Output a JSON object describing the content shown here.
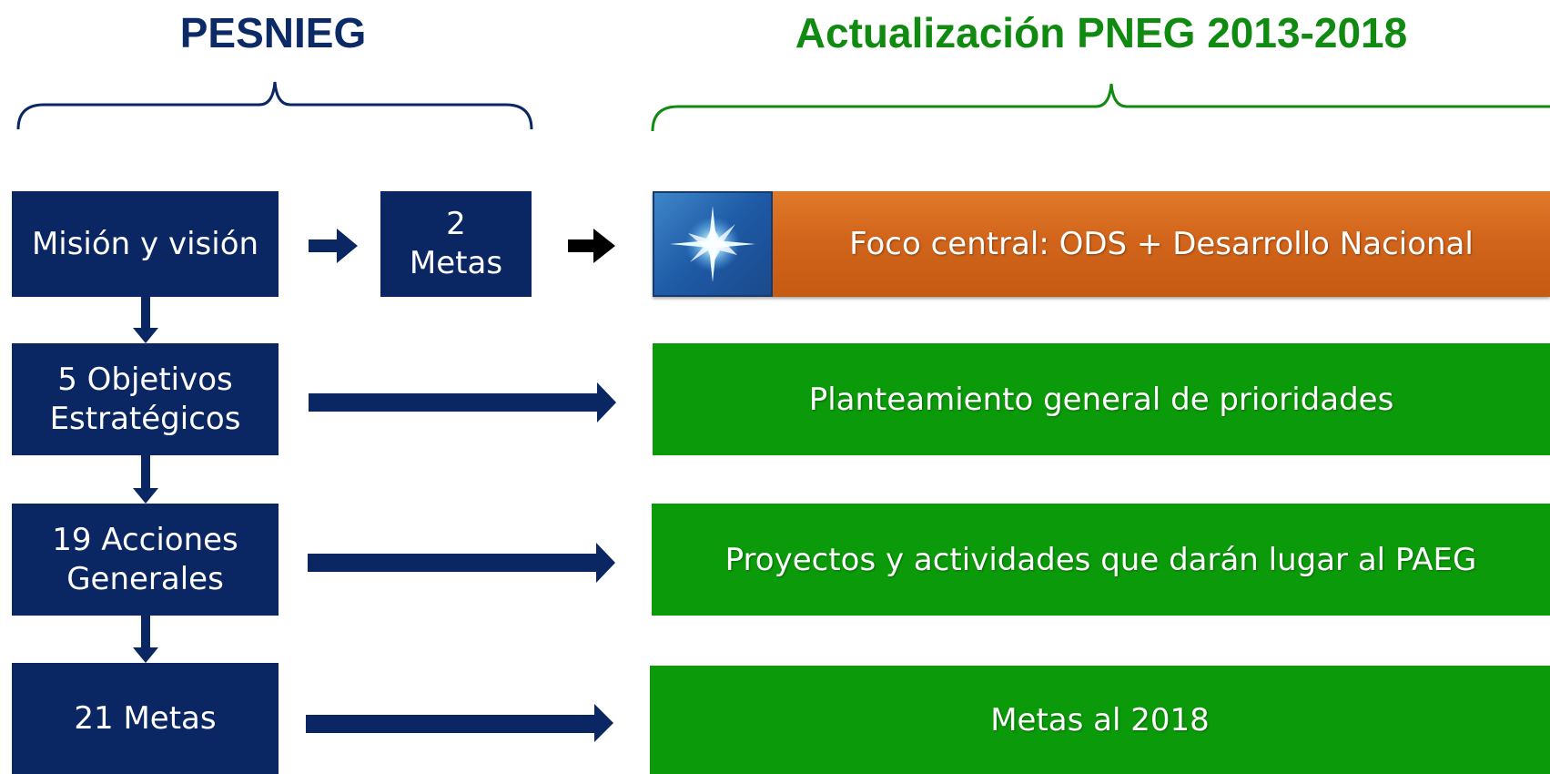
{
  "headings": {
    "left": "PESNIEG",
    "right": "Actualización PNEG 2013-2018"
  },
  "left_boxes": {
    "mision": "Misión y visión",
    "metas_number": "2",
    "metas_label": "Metas",
    "objetivos_line1": "5 Objetivos",
    "objetivos_line2": "Estratégicos",
    "acciones_line1": "19 Acciones",
    "acciones_line2": "Generales",
    "metas21": "21 Metas"
  },
  "right_bars": {
    "focus": "Foco central: ODS + Desarrollo Nacional",
    "prioridades": "Planteamiento general de prioridades",
    "proyectos": "Proyectos y actividades que darán lugar al PAEG",
    "metas2018": "Metas al 2018"
  },
  "colors": {
    "navy": "#0a2763",
    "green": "#0b9b0a",
    "orange": "#d2651b",
    "heading_left": "#0c2a66",
    "heading_right": "#118a11"
  }
}
